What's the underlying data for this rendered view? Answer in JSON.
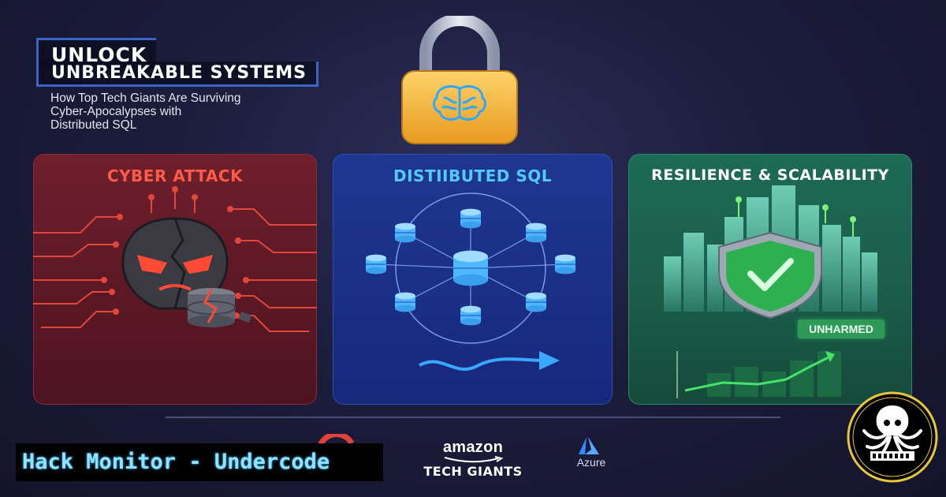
{
  "headline": {
    "title_line1": "UNLOCK",
    "title_line2": "UNBREAKABLE SYSTEMS",
    "subtitle_line1": "How Top Tech Giants Are Surviving",
    "subtitle_line2": "Cyber-Apocalypses with",
    "subtitle_line3": "Distributed SQL"
  },
  "padlock": {
    "icon": "brain-padlock-icon",
    "body_color": "#f5b53a",
    "brain_color": "#2ea8ff"
  },
  "panels": {
    "attack": {
      "title": "CYBER ATTACK",
      "icon": "hacker-mask-icon",
      "color": "#ff5a4a"
    },
    "sql": {
      "title": "DISTIIBUTED SQL",
      "icon": "database-network-icon",
      "color": "#53c9ff"
    },
    "resilience": {
      "title": "RESILIENCE & SCALABILITY",
      "icon": "shield-check-icon",
      "badge": "UNHARMED",
      "color": "#2f9a58"
    }
  },
  "logos": {
    "amazon": "amazon",
    "tech_giants": "TECH GIANTS",
    "azure": "Azure"
  },
  "banner": {
    "text": "Hack Monitor - Undercode",
    "color": "#8fe3ff"
  },
  "badge_logo": {
    "icon": "octopus-logo-icon"
  }
}
